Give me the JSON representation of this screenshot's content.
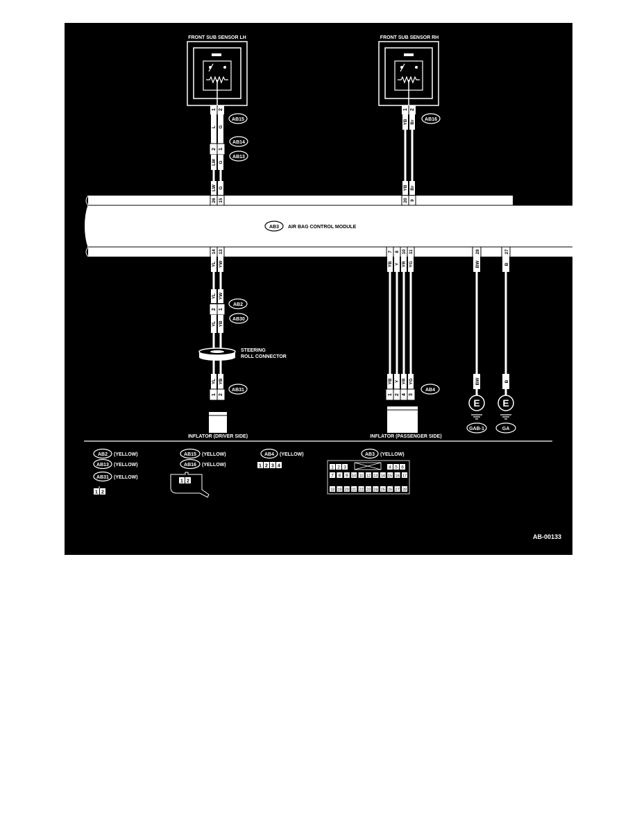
{
  "sensors": {
    "lh": {
      "title": "FRONT SUB SENSOR LH",
      "pins": [
        "1",
        "2"
      ],
      "wires_top": [
        "L",
        "G"
      ],
      "code": "AB15"
    },
    "rh": {
      "title": "FRONT SUB SENSOR RH",
      "pins": [
        "1",
        "2"
      ],
      "wires_top": [
        "YB",
        "Br"
      ],
      "code": "AB16"
    }
  },
  "lh_mid": {
    "conn_a": {
      "code": "AB14",
      "pins": [
        "2",
        "1"
      ]
    },
    "conn_b": {
      "code": "AB13"
    },
    "wires": [
      "LW",
      "G"
    ],
    "wires_lower": [
      "LW",
      "G"
    ],
    "module_pins": [
      "26",
      "15"
    ]
  },
  "rh_mid": {
    "wires_lower": [
      "YB",
      "Br"
    ],
    "module_pins": [
      "20",
      "9"
    ]
  },
  "module": {
    "code": "AB3",
    "label": "AIR BAG CONTROL MODULE"
  },
  "driver_branch": {
    "module_pins": [
      "14",
      "13"
    ],
    "wires": [
      "YL",
      "YW"
    ],
    "conn_a": {
      "code": "AB2",
      "wires": [
        "YL",
        "YW"
      ],
      "pins": [
        "2",
        "1"
      ]
    },
    "conn_b": {
      "code": "AB30",
      "wires": [
        "YL",
        "YB"
      ]
    },
    "steering": "STEERING\nROLL CONNECTOR",
    "steering_line1": "STEERING",
    "steering_line2": "ROLL CONNECTOR",
    "inflator_wires": [
      "YL",
      "YB"
    ],
    "inflator_conn": {
      "code": "AB31",
      "pins": [
        "1",
        "2"
      ]
    },
    "inflator_label": "INFLATOR (DRIVER SIDE)"
  },
  "passenger_branch": {
    "module_pins": [
      "7",
      "8",
      "10",
      "11"
    ],
    "wires": [
      "YB",
      "Y",
      "YR",
      "YG"
    ],
    "inflator_wires": [
      "YB",
      "Y",
      "YR",
      "YG"
    ],
    "inflator_conn": {
      "code": "AB4",
      "pins": [
        "1",
        "2",
        "4",
        "3"
      ]
    },
    "inflator_label": "INFLATOR (PASSENGER SIDE)"
  },
  "grounds": [
    {
      "module_pin": "28",
      "wire": "BW",
      "wire_low": "BW",
      "symbol": "E",
      "label": "GAB-1"
    },
    {
      "module_pin": "27",
      "wire": "B",
      "wire_low": "B",
      "symbol": "E",
      "label": "GA"
    }
  ],
  "legend": {
    "col1": [
      {
        "code": "AB2",
        "color": "(YELLOW)"
      },
      {
        "code": "AB13",
        "color": "(YELLOW)"
      },
      {
        "code": "AB31",
        "color": "(YELLOW)"
      }
    ],
    "col1_pins": [
      "1",
      "2"
    ],
    "col2": [
      {
        "code": "AB15",
        "color": "(YELLOW)"
      },
      {
        "code": "AB16",
        "color": "(YELLOW)"
      }
    ],
    "col2_pins": [
      "1",
      "2"
    ],
    "col3": {
      "code": "AB4",
      "color": "(YELLOW)",
      "pins": [
        "1",
        "2",
        "3",
        "4"
      ]
    },
    "col4": {
      "code": "AB3",
      "color": "(YELLOW)",
      "row1_left": [
        "1",
        "2",
        "3"
      ],
      "row1_right": [
        "4",
        "5",
        "6"
      ],
      "row2": [
        "7",
        "8",
        "9",
        "10",
        "11",
        "12",
        "13",
        "14",
        "15",
        "16",
        "17"
      ],
      "row3": [
        "18",
        "19",
        "20",
        "21",
        "22",
        "23",
        "24",
        "25",
        "26",
        "27",
        "28"
      ]
    }
  },
  "figure_id": "AB-00133"
}
